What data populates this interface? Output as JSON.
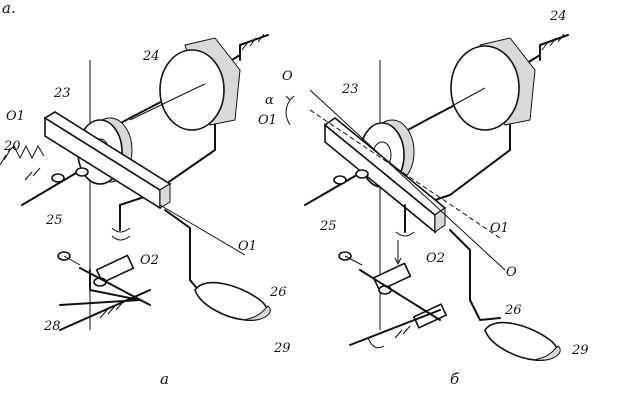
{
  "corner_mark": "a.",
  "panel_a": {
    "caption": "а",
    "labels": {
      "l23": "23",
      "l24": "24",
      "lO1_top": "O1",
      "l20": "20",
      "l25": "25",
      "lO1_bottom": "O1",
      "lO2": "O2",
      "l26": "26",
      "l28": "28",
      "l29": "29"
    }
  },
  "panel_b": {
    "caption": "б",
    "labels": {
      "l23": "23",
      "l24": "24",
      "lO_top": "O",
      "lalpha": "α",
      "lO1_top": "O1",
      "l25": "25",
      "lO1_bottom": "O1",
      "lO2": "O2",
      "lO_bottom": "O",
      "l26": "26",
      "l29": "29"
    }
  }
}
